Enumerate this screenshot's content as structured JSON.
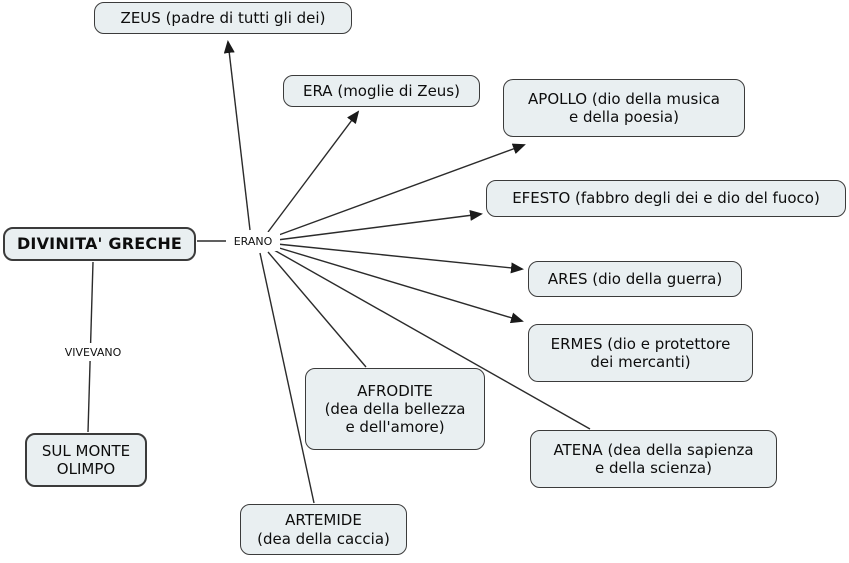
{
  "diagram": {
    "type": "concept-map",
    "language": "it",
    "root": {
      "label": "DIVINITA' GRECHE"
    },
    "link_labels": {
      "erano": "ERANO",
      "vivevano": "VIVEVANO"
    },
    "nodes": [
      {
        "id": "zeus",
        "label": "ZEUS (padre di tutti gli dei)"
      },
      {
        "id": "era",
        "label": "ERA (moglie di Zeus)"
      },
      {
        "id": "apollo",
        "label": "APOLLO (dio della musica\ne della poesia)"
      },
      {
        "id": "efesto",
        "label": "EFESTO (fabbro degli dei e dio del fuoco)"
      },
      {
        "id": "ares",
        "label": "ARES (dio della guerra)"
      },
      {
        "id": "ermes",
        "label": "ERMES (dio e protettore\ndei mercanti)"
      },
      {
        "id": "atena",
        "label": "ATENA (dea della sapienza\ne della scienza)"
      },
      {
        "id": "afrodite",
        "label": "AFRODITE\n(dea della bellezza\ne dell'amore)"
      },
      {
        "id": "artemide",
        "label": "ARTEMIDE\n(dea della caccia)"
      },
      {
        "id": "olimpo",
        "label": "SUL MONTE\nOLIMPO"
      }
    ],
    "edges": [
      {
        "from": "DIVINITA' GRECHE",
        "label": "ERANO",
        "to": "ZEUS",
        "arrowhead": true
      },
      {
        "from": "DIVINITA' GRECHE",
        "label": "ERANO",
        "to": "ERA",
        "arrowhead": true
      },
      {
        "from": "DIVINITA' GRECHE",
        "label": "ERANO",
        "to": "APOLLO",
        "arrowhead": true
      },
      {
        "from": "DIVINITA' GRECHE",
        "label": "ERANO",
        "to": "EFESTO",
        "arrowhead": true
      },
      {
        "from": "DIVINITA' GRECHE",
        "label": "ERANO",
        "to": "ARES",
        "arrowhead": true
      },
      {
        "from": "DIVINITA' GRECHE",
        "label": "ERANO",
        "to": "ERMES",
        "arrowhead": true
      },
      {
        "from": "DIVINITA' GRECHE",
        "label": "ERANO",
        "to": "ATENA",
        "arrowhead": false
      },
      {
        "from": "DIVINITA' GRECHE",
        "label": "ERANO",
        "to": "AFRODITE",
        "arrowhead": false
      },
      {
        "from": "DIVINITA' GRECHE",
        "label": "ERANO",
        "to": "ARTEMIDE",
        "arrowhead": false
      },
      {
        "from": "DIVINITA' GRECHE",
        "label": "VIVEVANO",
        "to": "SUL MONTE OLIMPO",
        "arrowhead": false
      }
    ]
  },
  "colors": {
    "background": "#ffffff",
    "node_fill": "#e9eff1",
    "node_border": "#3b3b3b",
    "line": "#2b2b2b",
    "text": "#0d0d0d"
  }
}
